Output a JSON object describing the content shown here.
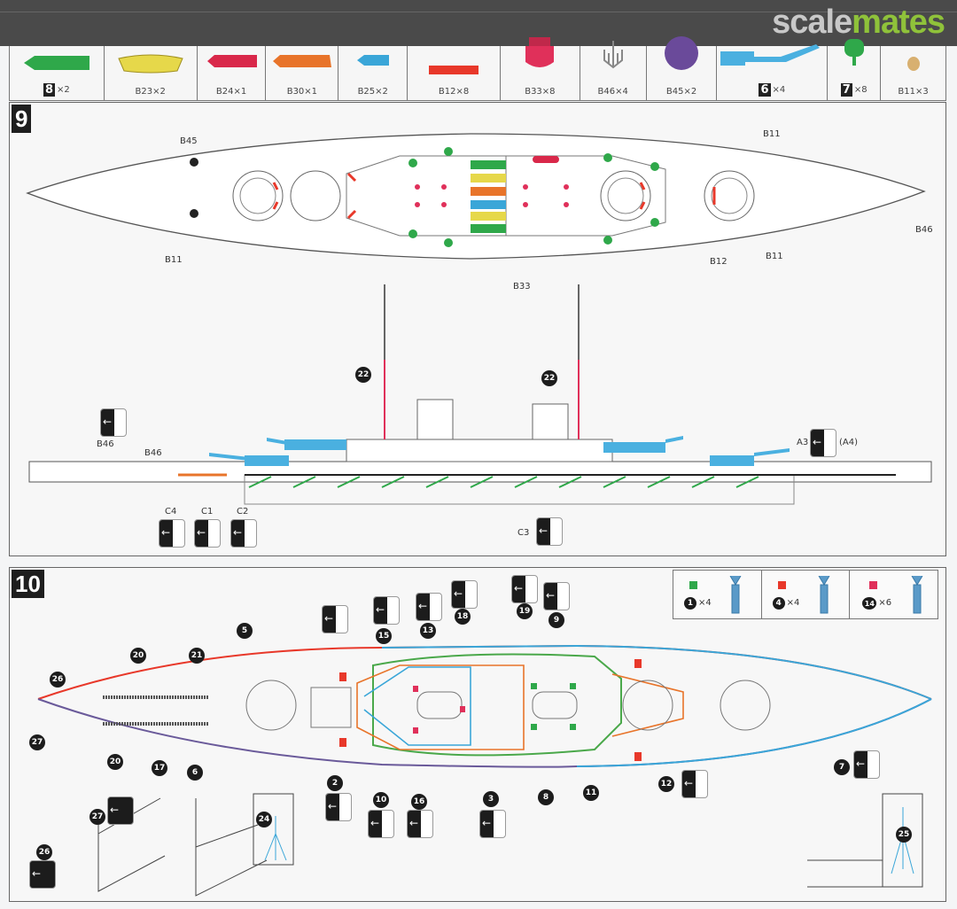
{
  "watermark": {
    "part1": "scale",
    "part2": "mates"
  },
  "parts": [
    {
      "label": "×2",
      "ref": "8",
      "color": "#2fa84a"
    },
    {
      "label": "B23×2",
      "color": "#e6d84a"
    },
    {
      "label": "B24×1",
      "color": "#d9284a"
    },
    {
      "label": "B30×1",
      "color": "#e8742a"
    },
    {
      "label": "B25×2",
      "color": "#3aa6d8"
    },
    {
      "label": "B12×8",
      "color": "#e8382a"
    },
    {
      "label": "B33×8",
      "color": "#e0305a"
    },
    {
      "label": "B46×4",
      "color": "#888888"
    },
    {
      "label": "B45×2",
      "color": "#6a4a9a"
    },
    {
      "label": "×4",
      "ref": "6",
      "color": "#4ab0e0"
    },
    {
      "label": "×8",
      "ref": "7",
      "color": "#2fa84a"
    },
    {
      "label": "B11×3",
      "color": "#d8b070"
    }
  ],
  "step9": {
    "number": "9",
    "top_labels": [
      "B45",
      "B11",
      "B33",
      "B11",
      "B12",
      "B11",
      "B46"
    ],
    "side_labels": {
      "mast_fwd": "22",
      "mast_aft": "22",
      "b46a": "B46",
      "b46b": "B46",
      "a3": "A3",
      "a4": "(A4)",
      "c4": "C4",
      "c1": "C1",
      "c2": "C2",
      "c3": "C3"
    }
  },
  "step10": {
    "number": "10",
    "legend": [
      {
        "ref": "1",
        "qty": "×4",
        "color": "#2fa84a"
      },
      {
        "ref": "4",
        "qty": "×4",
        "color": "#e8382a"
      },
      {
        "ref": "14",
        "qty": "×6",
        "color": "#e0305a"
      }
    ],
    "callouts": [
      "5",
      "20",
      "21",
      "26",
      "27",
      "20",
      "17",
      "6",
      "15",
      "13",
      "18",
      "19",
      "9",
      "2",
      "10",
      "16",
      "3",
      "8",
      "11",
      "12",
      "7",
      "27",
      "26",
      "24",
      "25"
    ]
  }
}
